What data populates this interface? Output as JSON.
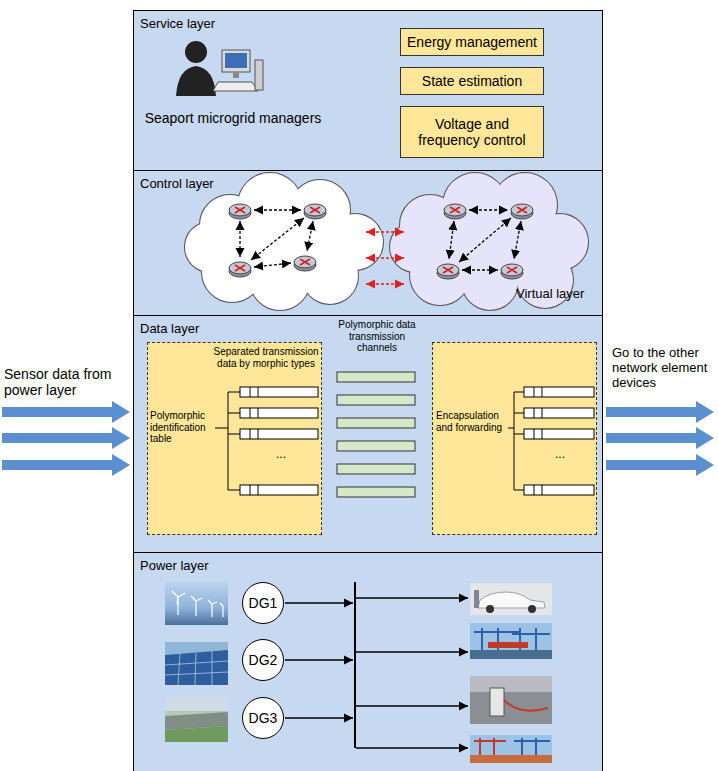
{
  "diagram": {
    "nodes": [
      {
        "text": [
          "Service layer"
        ]
      },
      {
        "text": [
          "Energy management"
        ],
        "in": 0
      },
      {
        "text": [
          "State estimation"
        ],
        "in": 0
      },
      {
        "text": [
          "Voltage and frequency control"
        ],
        "in": 0
      },
      {
        "text": [
          "Control layer"
        ]
      },
      {
        "text": [
          "Data layer"
        ]
      },
      {
        "text": [
          "Separated transmission data by morphic types",
          "Polymorphic identification table"
        ],
        "in": 5
      },
      {
        "text": [
          "Encapsulation and forwarding"
        ],
        "in": 5
      },
      {
        "text": [
          "Power layer"
        ]
      },
      {
        "text": [
          "DG1"
        ],
        "in": 8
      },
      {
        "text": [
          "DG2"
        ],
        "in": 8
      },
      {
        "text": [
          "DG3"
        ],
        "in": 8
      }
    ],
    "labels": [
      "Seaport microgrid managers",
      "Virtual layer",
      "Polymorphic data transmission channels",
      "...",
      "...",
      "Sensor data from power layer",
      "Go to the other network element devices"
    ]
  }
}
